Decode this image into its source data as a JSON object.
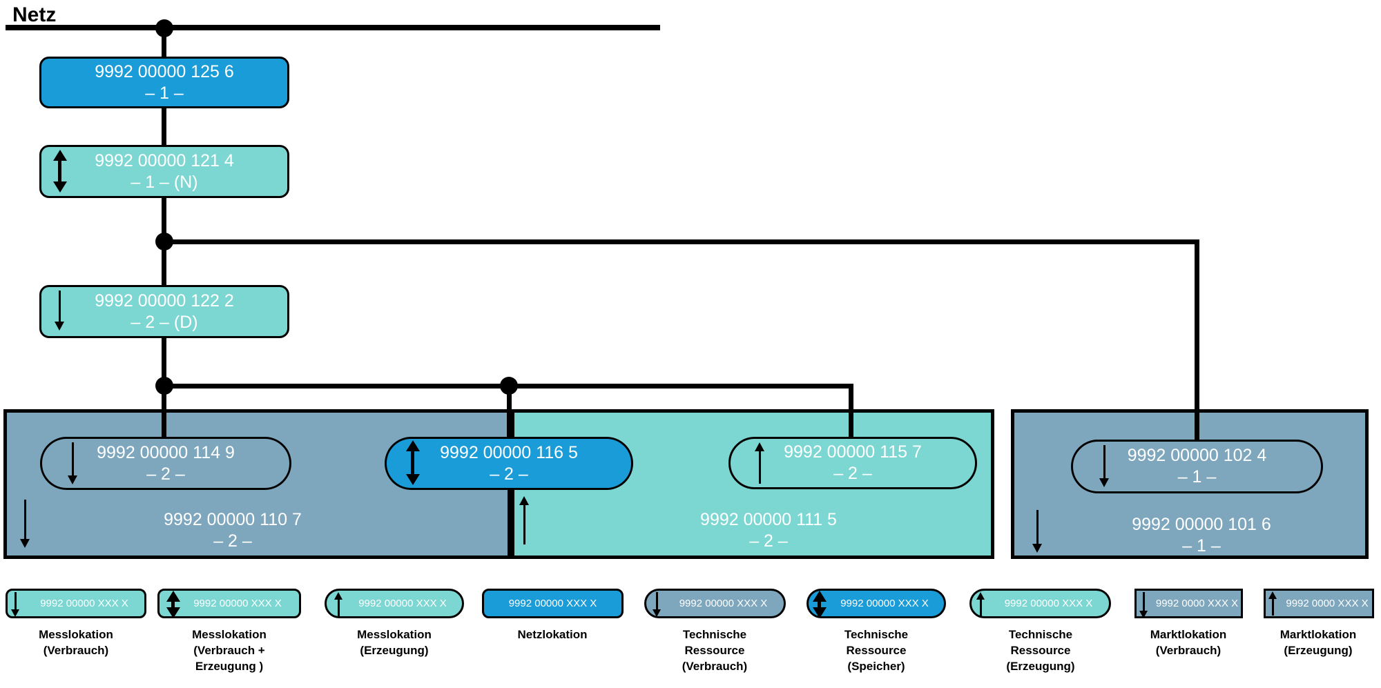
{
  "header": {
    "netz_label": "Netz"
  },
  "colors": {
    "blue": "#1a9cd8",
    "teal": "#7cd7d2",
    "gray": "#7ea7bd",
    "line": "#000000"
  },
  "nodes": {
    "netzlokation": {
      "id": "9992 00000 125 6",
      "sub": "– 1 –"
    },
    "messlokation_n": {
      "id": "9992 00000 121 4",
      "sub": "– 1 – (N)"
    },
    "messlokation_d": {
      "id": "9992 00000 122 2",
      "sub": "– 2 – (D)"
    },
    "tr_verbrauch": {
      "id": "9992 00000 114 9",
      "sub": "– 2 –"
    },
    "tr_speicher": {
      "id": "9992 00000 116 5",
      "sub": "– 2 –"
    },
    "tr_erzeugung": {
      "id": "9992 00000 115 7",
      "sub": "– 2 –"
    },
    "tr_verbrauch_right": {
      "id": "9992 00000 102 4",
      "sub": "– 1 –"
    },
    "malo_verbrauch_links": {
      "id": "9992 00000 110 7",
      "sub": "– 2 –"
    },
    "malo_erzeugung": {
      "id": "9992 00000 111 5",
      "sub": "– 2 –"
    },
    "malo_verbrauch_rechts": {
      "id": "9992 00000 101 6",
      "sub": "– 1 –"
    }
  },
  "legend": {
    "items": [
      {
        "code": "9992 00000 XXX X",
        "l1": "Messlokation",
        "l2": "(Verbrauch)"
      },
      {
        "code": "9992 00000 XXX X",
        "l1": "Messlokation",
        "l2": "(Verbrauch +",
        "l3": "Erzeugung )"
      },
      {
        "code": "9992 00000 XXX X",
        "l1": "Messlokation",
        "l2": "(Erzeugung)"
      },
      {
        "code": "9992 00000 XXX X",
        "l1": "Netzlokation"
      },
      {
        "code": "9992 00000 XXX X",
        "l1": "Technische",
        "l2": "Ressource",
        "l3": "(Verbrauch)"
      },
      {
        "code": "9992 00000 XXX X",
        "l1": "Technische",
        "l2": "Ressource",
        "l3": "(Speicher)"
      },
      {
        "code": "9992 00000 XXX X",
        "l1": "Technische",
        "l2": "Ressource",
        "l3": "(Erzeugung)"
      },
      {
        "code": "9992 0000 XXX X",
        "l1": "Marktlokation",
        "l2": "(Verbrauch)"
      },
      {
        "code": "9992 0000 XXX X",
        "l1": "Marktlokation",
        "l2": "(Erzeugung)"
      }
    ]
  }
}
